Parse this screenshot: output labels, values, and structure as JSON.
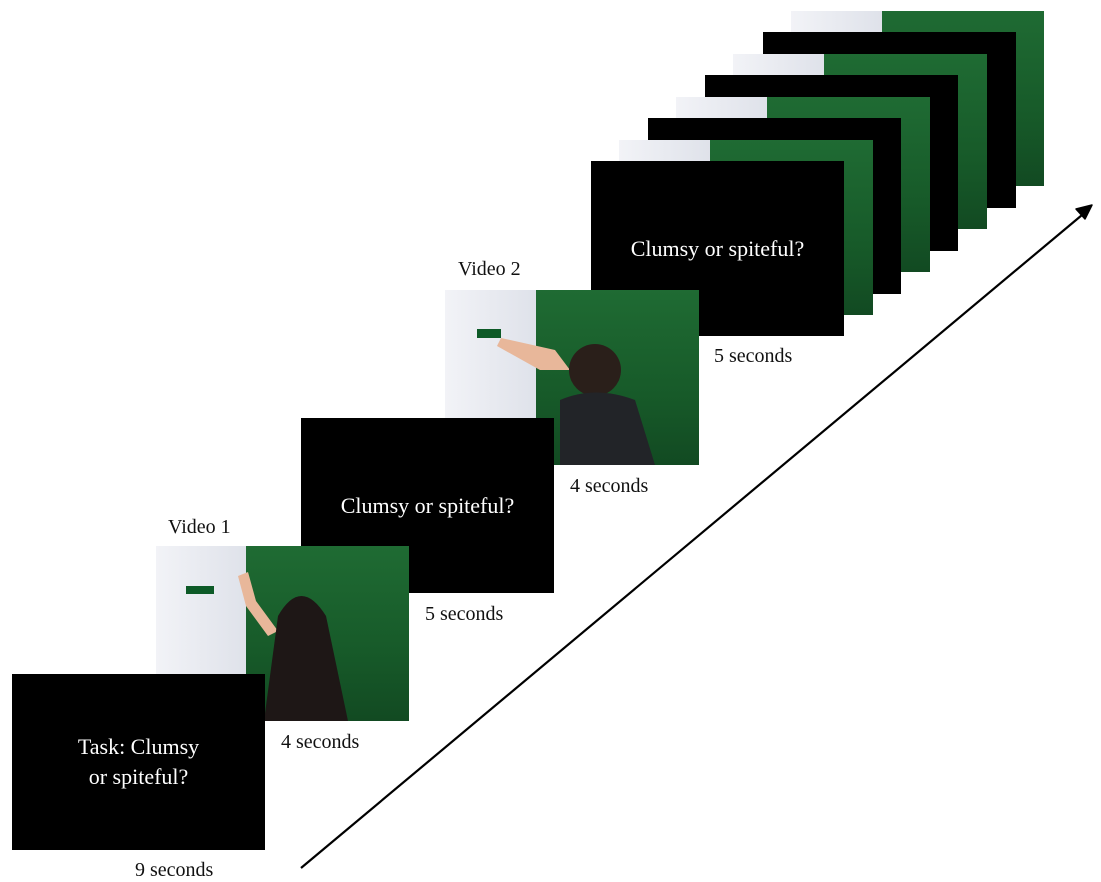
{
  "task_screen": {
    "text": "Task: Clumsy\nor spiteful?",
    "duration": "9 seconds"
  },
  "video1": {
    "label": "Video 1",
    "duration": "4 seconds"
  },
  "question1": {
    "text": "Clumsy or spiteful?",
    "duration": "5 seconds"
  },
  "video2": {
    "label": "Video 2",
    "duration": "4 seconds"
  },
  "question2": {
    "text": "Clumsy or spiteful?",
    "duration": "5 seconds"
  },
  "colors": {
    "screen_bg": "#000000",
    "green_screen": "#1c5c2c",
    "wall": "#e8eaf0"
  }
}
